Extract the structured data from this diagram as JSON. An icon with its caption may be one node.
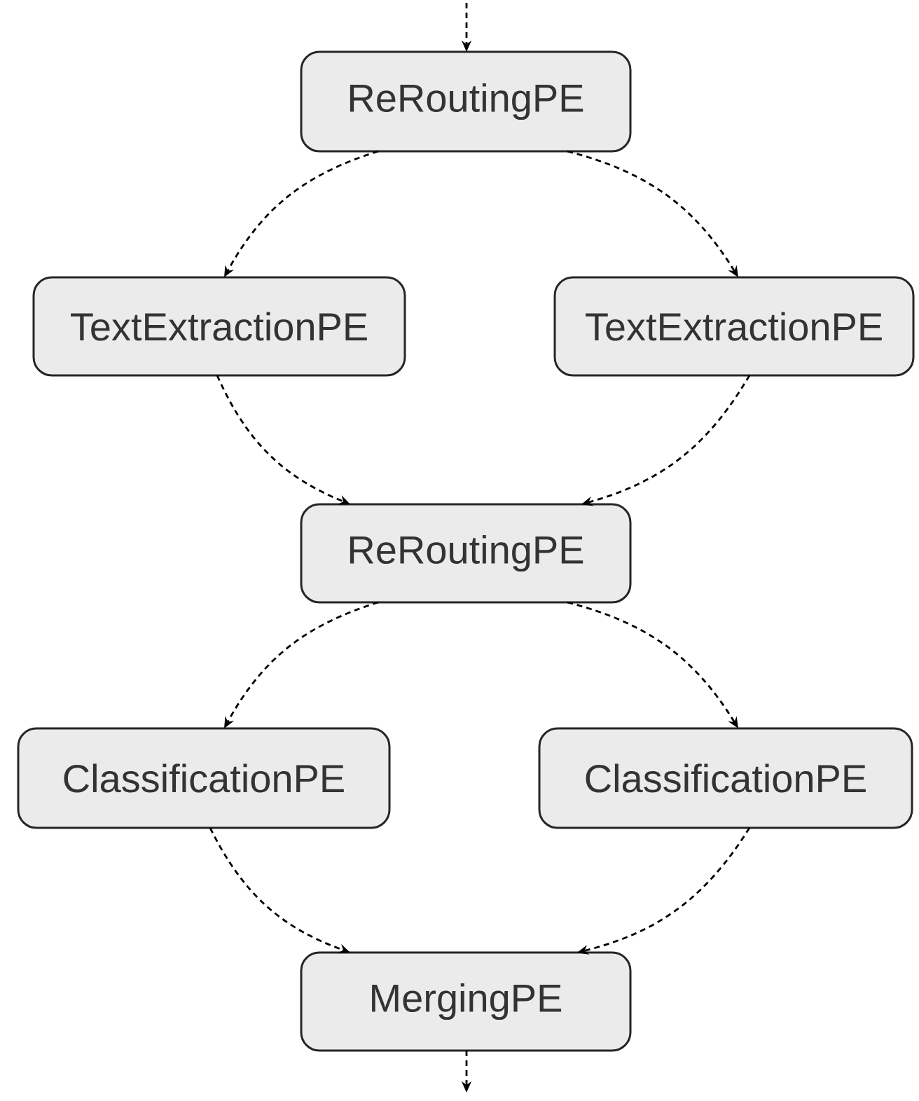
{
  "diagram": {
    "nodes": [
      {
        "text": [
          "ReRoutingPE"
        ]
      },
      {
        "text": [
          "TextExtractionPE"
        ]
      },
      {
        "text": [
          "TextExtractionPE"
        ]
      },
      {
        "text": [
          "ReRoutingPE"
        ]
      },
      {
        "text": [
          "ClassificationPE"
        ]
      },
      {
        "text": [
          "ClassificationPE"
        ]
      },
      {
        "text": [
          "MergingPE"
        ]
      }
    ],
    "edges": [
      {
        "from": null,
        "to": 0,
        "arrow": "to",
        "style": "dashed"
      },
      {
        "from": 0,
        "to": 1,
        "arrow": "to",
        "style": "dashed"
      },
      {
        "from": 0,
        "to": 2,
        "arrow": "to",
        "style": "dashed"
      },
      {
        "from": 1,
        "to": 3,
        "arrow": "to",
        "style": "dashed"
      },
      {
        "from": 2,
        "to": 3,
        "arrow": "to",
        "style": "dashed"
      },
      {
        "from": 3,
        "to": 4,
        "arrow": "to",
        "style": "dashed"
      },
      {
        "from": 3,
        "to": 5,
        "arrow": "to",
        "style": "dashed"
      },
      {
        "from": 4,
        "to": 6,
        "arrow": "to",
        "style": "dashed"
      },
      {
        "from": 5,
        "to": 6,
        "arrow": "to",
        "style": "dashed"
      },
      {
        "from": 6,
        "to": null,
        "arrow": "to",
        "style": "dashed"
      }
    ]
  }
}
